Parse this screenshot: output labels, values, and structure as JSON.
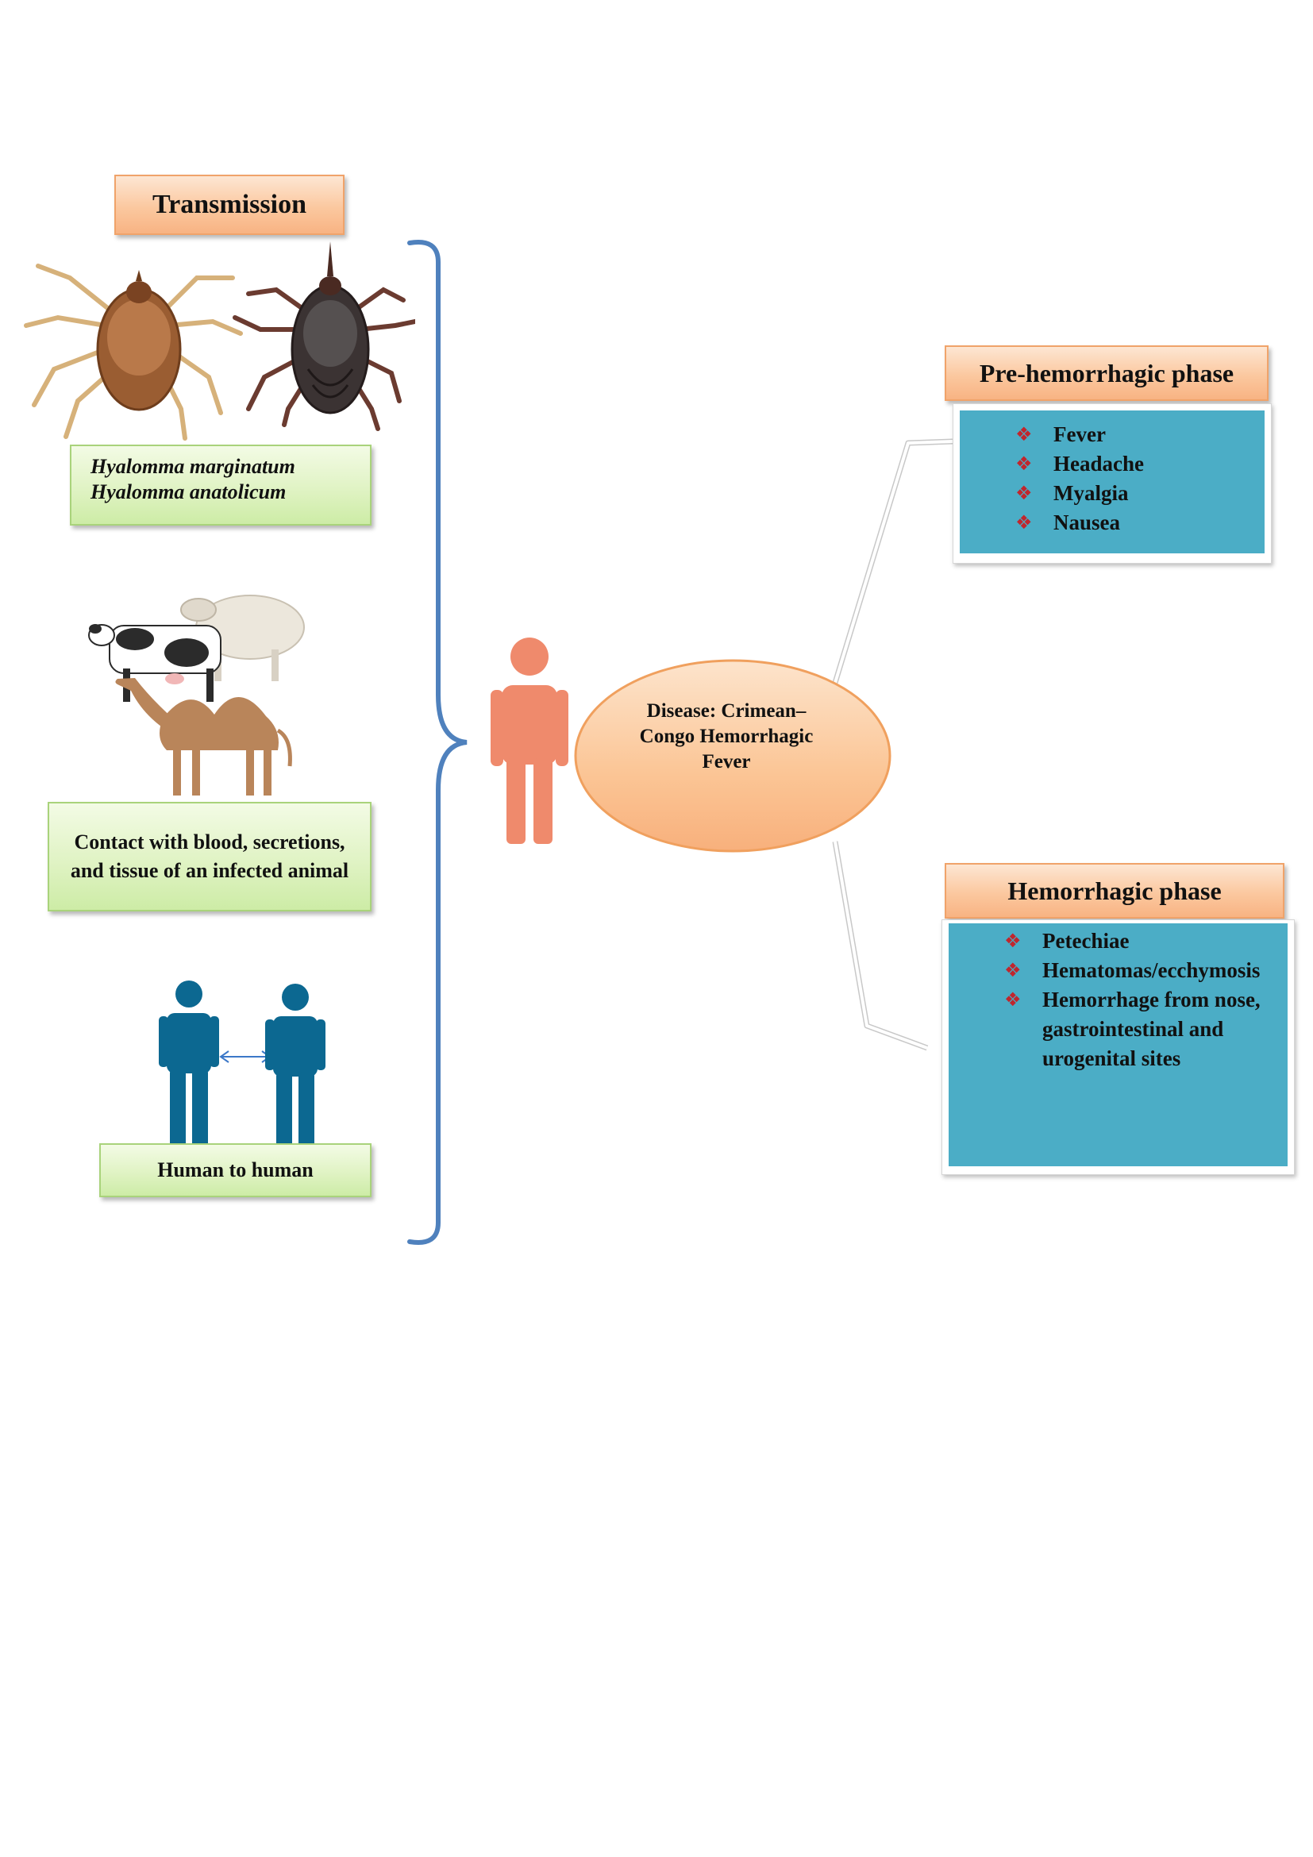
{
  "transmission": {
    "title": "Transmission",
    "ticks": {
      "species": [
        "Hyalomma marginatum",
        "Hyalomma anatolicum"
      ]
    },
    "animals": {
      "label": "Contact with blood, secretions, and tissue of an infected animal"
    },
    "human": {
      "label": "Human to human"
    }
  },
  "disease": {
    "label": "Disease: Crimean–Congo Hemorrhagic Fever"
  },
  "pre_hemorrhagic": {
    "title": "Pre-hemorrhagic phase",
    "symptoms": [
      "Fever",
      "Headache",
      "Myalgia",
      "Nausea"
    ]
  },
  "hemorrhagic": {
    "title": "Hemorrhagic phase",
    "symptoms": [
      "Petechiae",
      "Hematomas/ecchymosis",
      "Hemorrhage from nose, gastrointestinal and urogenital sites"
    ]
  },
  "colors": {
    "orange_header": "#fbc89f",
    "green_box": "#e0f3c4",
    "teal_box": "#4badc6",
    "bracket": "#4f81bd",
    "person_orange": "#ef8a6c",
    "person_blue": "#0c6891",
    "bullet_red": "#c0262d"
  }
}
